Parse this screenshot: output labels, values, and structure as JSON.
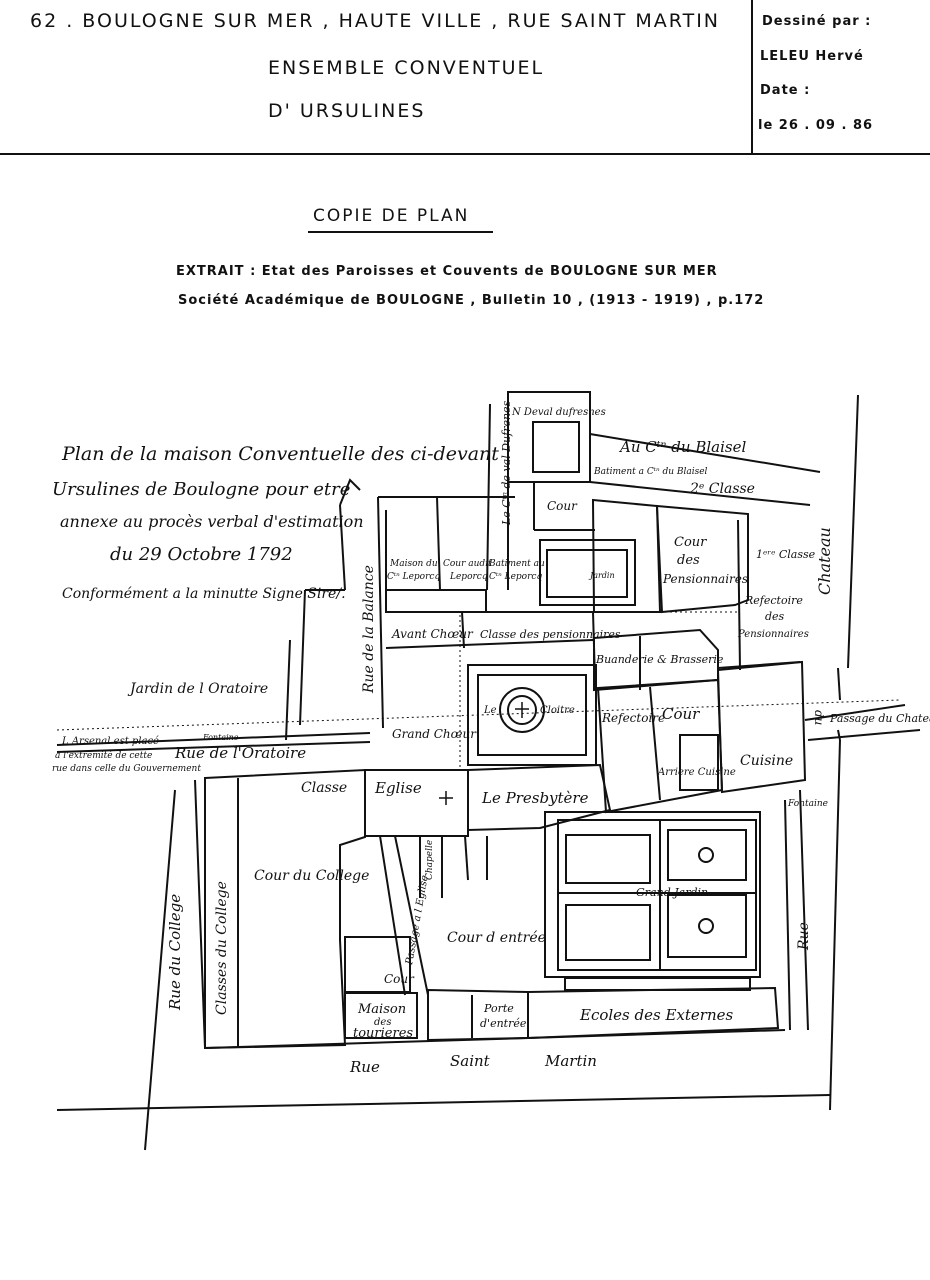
{
  "header": {
    "line1": "62 . BOULOGNE  SUR  MER , HAUTE VILLE , RUE  SAINT  MARTIN",
    "line2": "ENSEMBLE  CONVENTUEL",
    "line3": "D' URSULINES",
    "drawn_by_label": "Dessiné  par :",
    "drawn_by_name": "LELEU  Hervé",
    "date_label": "Date  :",
    "date_value": "le 26 . 09 . 86"
  },
  "copy_title": "COPIE  DE  PLAN",
  "extract": {
    "line1": "EXTRAIT  : Etat  des  Paroisses  et  Couvents  de  BOULOGNE SUR MER",
    "line2": "Société   Académique  de  BOULOGNE , Bulletin 10 , (1913 - 1919) , p.172"
  },
  "plan_caption": {
    "line1": "Plan de la maison Conventuelle des ci-devant",
    "line2": "Ursulines de Boulogne pour etre",
    "line3": "annexe au procès verbal d'estimation",
    "line4": "du 29 Octobre 1792",
    "line5": "Conformément a la minutte Signe Sire/."
  },
  "labels": {
    "n_deval": "N Deval dufresnes",
    "cen_deval": "Le Cᵗⁿ de val Dufrenes",
    "au_blaisel": "Au Cᵗⁿ du Blaisel",
    "batiment_blaisel": "Batiment a Cᵗⁿ du Blaisel",
    "deuxieme_classe": "2ᵉ Classe",
    "cour_top": "Cour",
    "jardin_small": "Jardin",
    "cour_pensionnaires_1": "Cour",
    "cour_pensionnaires_2": "des",
    "cour_pensionnaires_3": "Pensionnaires",
    "premiere_classe": "1ᵉʳᵉ Classe",
    "chateau": "Chateau",
    "refectoire_pens_1": "Refectoire",
    "refectoire_pens_2": "des",
    "refectoire_pens_3": "Pensionnaires",
    "maison_leporcq_1": "Maison du",
    "maison_leporcq_2": "Cᵗⁿ Leporcq",
    "cour_leporcq_1": "Cour audit",
    "cour_leporcq_2": "Leporcq",
    "batiment_leporcq_1": "Batiment au",
    "batiment_leporcq_2": "Cᵗⁿ Leporcq",
    "rue_balance": "Rue de la Balance",
    "avant_choeur": "Avant Chœur",
    "classe_pensionnaires": "Classe des pensionnaires",
    "buanderie": "Buanderie & Brasserie",
    "jardin_oratoire": "Jardin de l Oratoire",
    "le_cloitre_1": "Le",
    "le_cloitre_2": "Cloitre",
    "refectoire": "Refectoire",
    "cour_mid": "Cour",
    "grand_choeur": "Grand Chœur",
    "fontaine_1": "Fontaine",
    "arsenal_1": "L Arsenal est placé",
    "arsenal_2": "a l'extrémité de cette",
    "arsenal_3": "rue dans celle du Gouvernement",
    "rue_oratoire": "Rue de l'Oratoire",
    "arriere_cuisine": "Arriere Cuisine",
    "cuisine": "Cuisine",
    "du": "du",
    "passage_chateau": "Passage du Chateau",
    "classe": "Classe",
    "eglise": "Eglise",
    "presbytere": "Le Presbytère",
    "fontaine_2": "Fontaine",
    "cour_college": "Cour du College",
    "passage_eglise": "Passage a l Eglise",
    "chapelle": "Chapelle",
    "rue_college": "Rue du College",
    "classes_college": "Classes du College",
    "grand_jardin": "Grand Jardin",
    "cour_entree": "Cour d entrée",
    "cour_small": "Cour",
    "rue_right": "Rue",
    "maison_tourieres_1": "Maison",
    "maison_tourieres_2": "des",
    "maison_tourieres_3": "tourieres",
    "porte_entree_1": "Porte",
    "porte_entree_2": "d'entrée",
    "ecoles_externes": "Ecoles des Externes",
    "rue_saint_martin_1": "Rue",
    "rue_saint_martin_2": "Saint",
    "rue_saint_martin_3": "Martin"
  }
}
